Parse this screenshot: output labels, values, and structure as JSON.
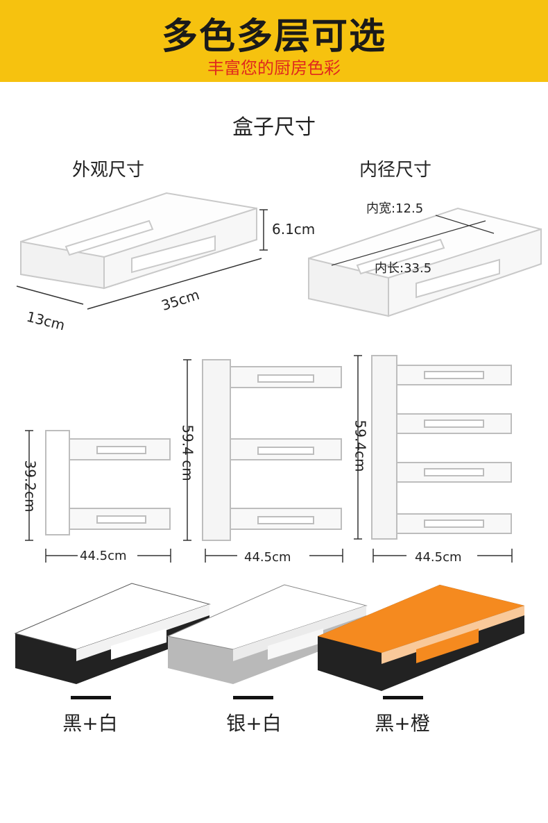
{
  "banner": {
    "title": "多色多层可选",
    "subtitle": "丰富您的厨房色彩"
  },
  "section_title": "盒子尺寸",
  "outer": {
    "label": "外观尺寸",
    "height": "6.1cm",
    "length": "35cm",
    "width": "13cm"
  },
  "inner": {
    "label": "内径尺寸",
    "width": "内宽:12.5",
    "length": "内长:33.5"
  },
  "racks": [
    {
      "height": "39.2cm",
      "width": "44.5cm"
    },
    {
      "height": "59.4 cm",
      "width": "44.5cm"
    },
    {
      "height": "59.4cm",
      "width": "44.5cm"
    }
  ],
  "colors": [
    {
      "label": "黑+白",
      "body": "#222222",
      "inner": "#ffffff"
    },
    {
      "label": "银+白",
      "body": "#b9b9b9",
      "inner": "#ffffff"
    },
    {
      "label": "黑+橙",
      "body": "#222222",
      "inner": "#f58a1f"
    }
  ]
}
